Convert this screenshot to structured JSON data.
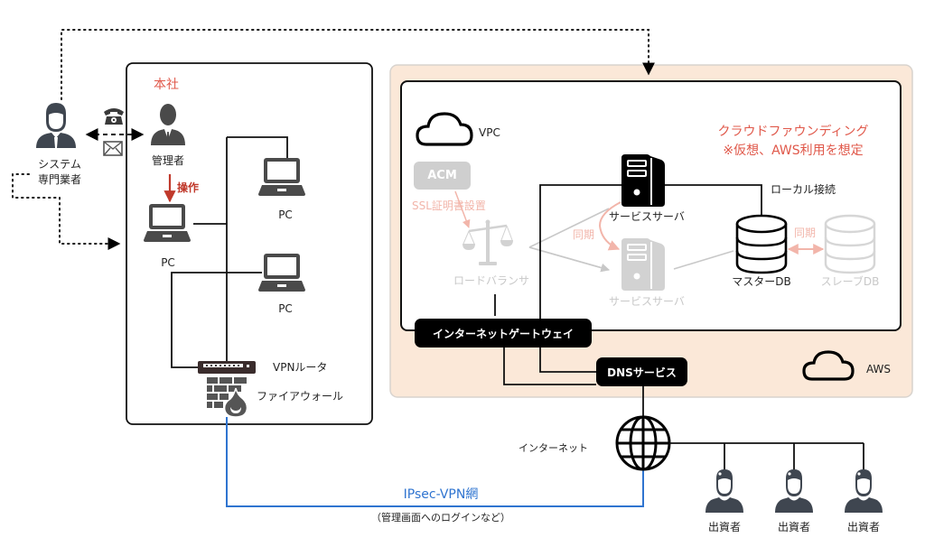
{
  "colors": {
    "aws_region_fill": "#fbe8d8",
    "accent_red": "#e0584a",
    "operation_arrow": "#c0392b",
    "vpn_line": "#2f74d0",
    "faded_gray": "#c8c8c8",
    "faded_red": "#f2b5aa",
    "icon_dark": "#3f4650"
  },
  "headquarters": {
    "title": "本社",
    "admin_label": "管理者",
    "operation_label": "操作",
    "pc_labels": [
      "PC",
      "PC",
      "PC"
    ],
    "vpn_router_label": "VPNルータ",
    "firewall_label": "ファイアウォール"
  },
  "external": {
    "specialist_label_line1": "システム",
    "specialist_label_line2": "専門業者",
    "contact_icons": [
      "phone-icon",
      "mail-icon"
    ]
  },
  "aws": {
    "region_label": "AWS",
    "vpc_label": "VPC",
    "heading_line1": "クラウドファウンディング",
    "heading_line2": "※仮想、AWS利用を想定",
    "acm_label": "ACM",
    "ssl_label": "SSL証明書設置",
    "load_balancer_label": "ロードバランサ",
    "service_server_label": "サービスサーバ",
    "service_server_standby_label": "サービスサーバ",
    "sync_label_servers": "同期",
    "local_connection_label": "ローカル接続",
    "master_db_label": "マスターDB",
    "slave_db_label": "スレーブDB",
    "sync_label_db": "同期",
    "internet_gateway_label": "インターネットゲートウェイ",
    "dns_label": "DNSサービス"
  },
  "network": {
    "internet_label": "インターネット",
    "vpn_label": "IPsec-VPN網",
    "vpn_note": "（管理画面へのログインなど）"
  },
  "investors": {
    "labels": [
      "出資者",
      "出資者",
      "出資者"
    ]
  }
}
